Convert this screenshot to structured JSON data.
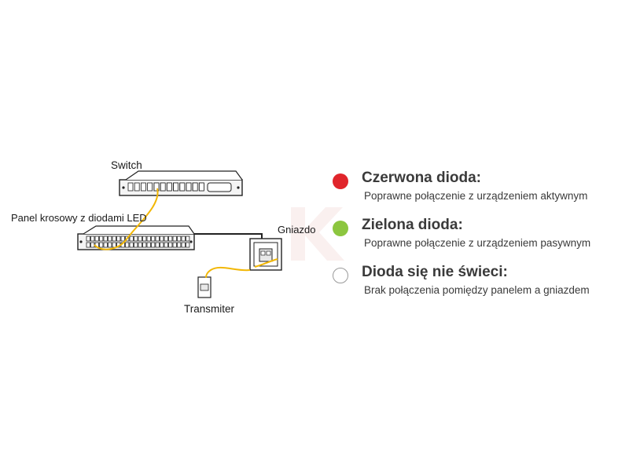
{
  "diagram": {
    "labels": {
      "switch": "Switch",
      "patch_panel": "Panel krosowy z diodami LED",
      "socket": "Gniazdo",
      "transmitter": "Transmiter"
    }
  },
  "legend": [
    {
      "title": "Czerwona dioda:",
      "description": "Poprawne połączenie z urządzeniem aktywnym",
      "color": "#e0252b",
      "icon": "red-led-icon"
    },
    {
      "title": "Zielona dioda:",
      "description": "Poprawne połączenie z urządzeniem pasywnym",
      "color": "#8cc63f",
      "icon": "green-led-icon"
    },
    {
      "title": "Dioda się nie świeci:",
      "description": "Brak połączenia pomiędzy panelem a gniazdem",
      "color": "#ffffff",
      "icon": "off-led-icon"
    }
  ],
  "colors": {
    "cable": "#f2b705",
    "device_outline": "#222222",
    "device_fill": "#f4f4f4"
  }
}
